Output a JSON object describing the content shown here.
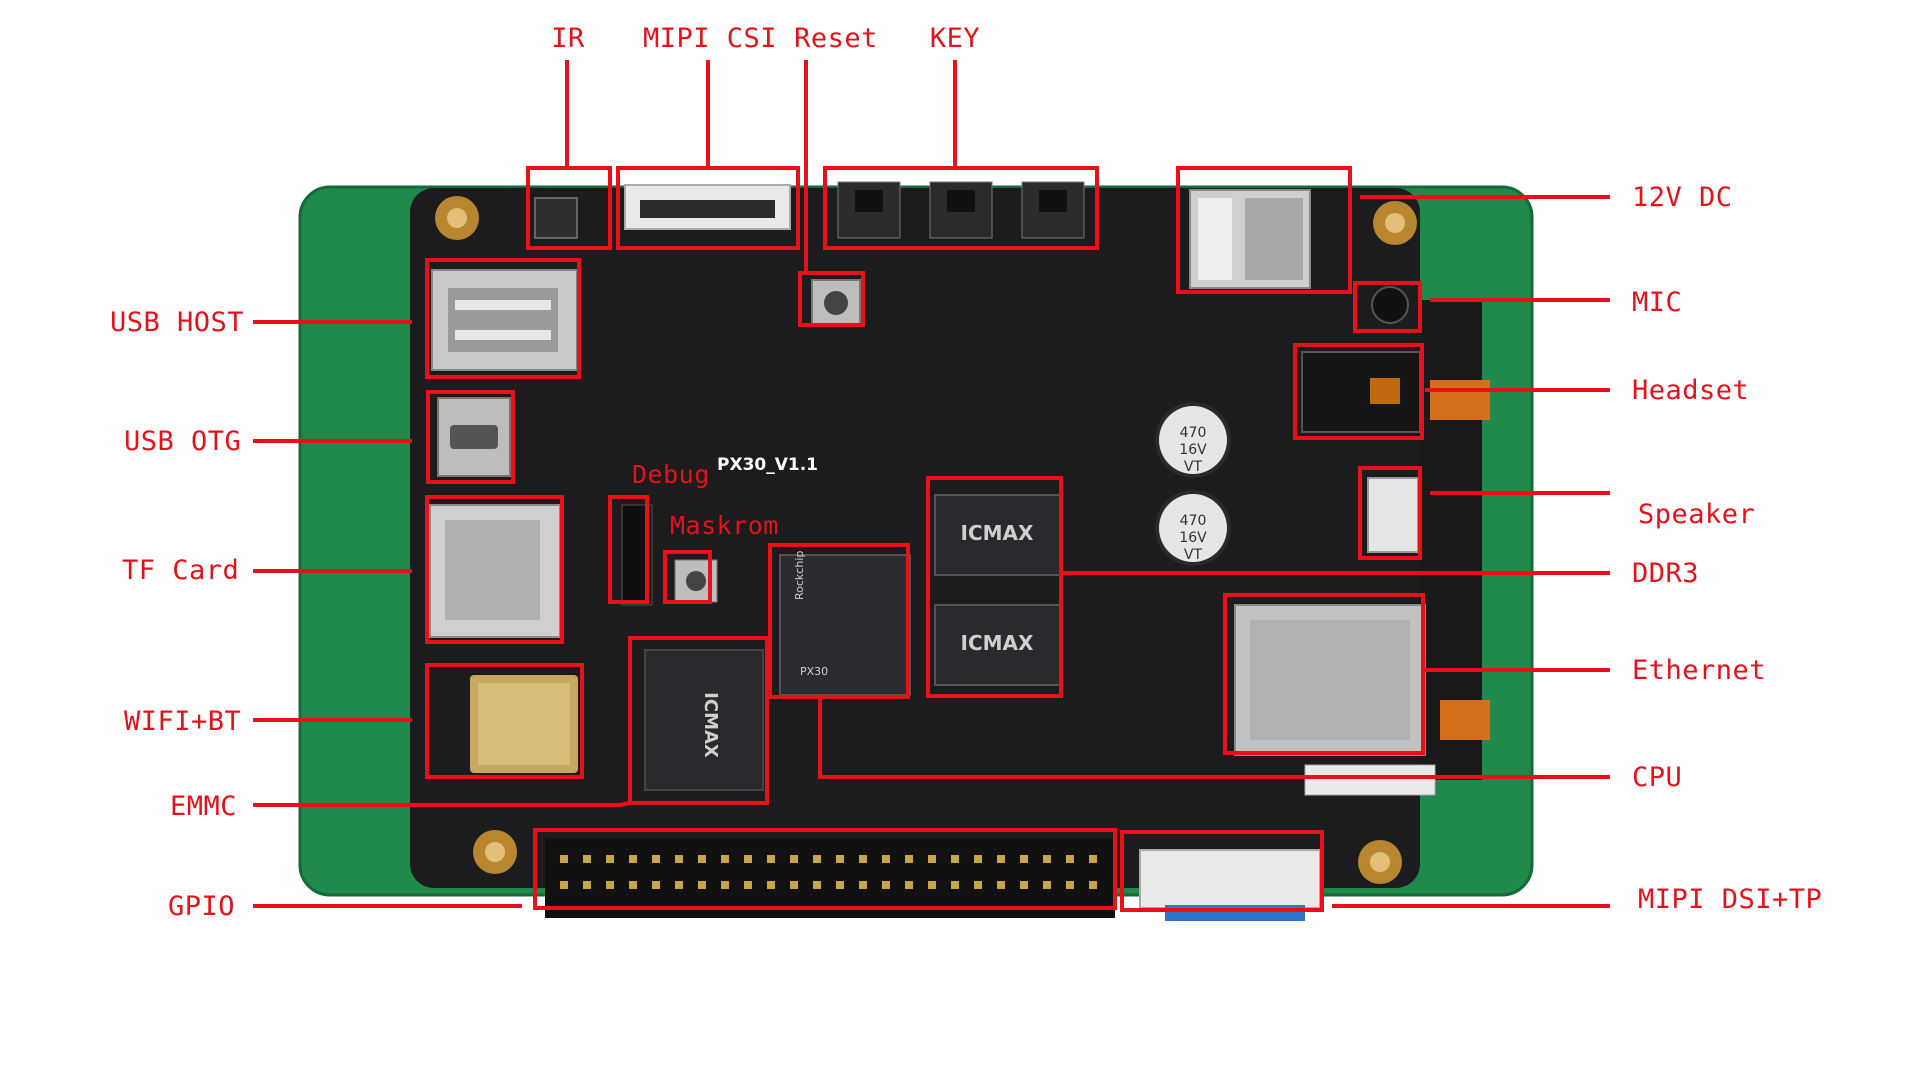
{
  "board_silk": "PX30_V1.1",
  "labels": {
    "ir": "IR",
    "mipi_csi": "MIPI CSI",
    "reset": "Reset",
    "key": "KEY",
    "dc12v": "12V DC",
    "mic": "MIC",
    "headset": "Headset",
    "speaker": "Speaker",
    "ddr3": "DDR3",
    "ethernet": "Ethernet",
    "cpu": "CPU",
    "mipi_dsi_tp": "MIPI DSI+TP",
    "usb_host": "USB HOST",
    "usb_otg": "USB OTG",
    "tf_card": "TF Card",
    "wifi_bt": "WIFI+BT",
    "emmc": "EMMC",
    "gpio": "GPIO",
    "debug": "Debug",
    "maskrom": "Maskrom"
  },
  "chip_marks": {
    "emmc_brand": "ICMAX",
    "ddr_brand": "ICMAX",
    "cpu_brand": "Rockchip",
    "cpu_model": "PX30",
    "cap_value": "470",
    "cap_voltage": "16V",
    "cap_series": "VT"
  },
  "colors": {
    "annotation": "#e8111a",
    "pcb_green": "#1f8a4c",
    "board_black": "#1c1c1e"
  }
}
